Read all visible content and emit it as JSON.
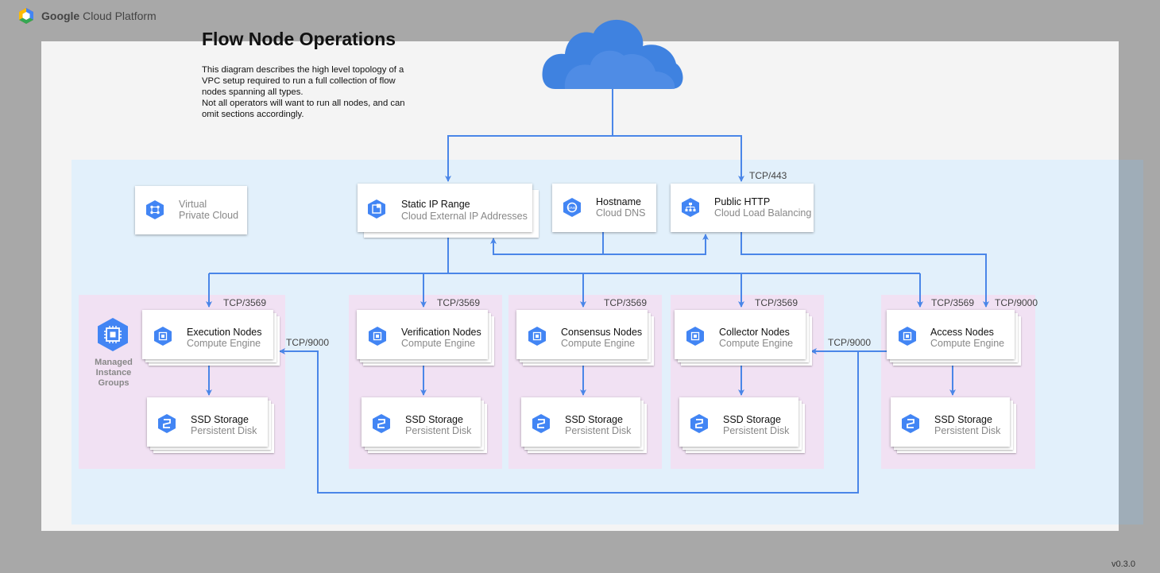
{
  "brand": {
    "name_bold": "Google",
    "name_rest": " Cloud Platform",
    "logo_icon": "gcp-logo-icon"
  },
  "title": "Flow Node Operations",
  "description": [
    "This diagram describes the high level topology of a",
    "VPC setup required to run a full collection of flow",
    "nodes spanning all types.",
    "Not all operators will want to run all nodes, and can",
    "omit sections accordingly."
  ],
  "cloud_icon": "internet-cloud-icon",
  "vpc_card": {
    "title": "Virtual",
    "subtitle": "Private Cloud",
    "icon": "vpc-icon"
  },
  "static_ip": {
    "title": "Static IP Range",
    "subtitle": "Cloud External IP Addresses",
    "icon": "external-ip-icon"
  },
  "hostname": {
    "title": "Hostname",
    "subtitle": "Cloud DNS",
    "icon": "cloud-dns-icon"
  },
  "public_http": {
    "title": "Public HTTP",
    "subtitle": "Cloud Load Balancing",
    "icon": "load-balancing-icon"
  },
  "managed_instance_groups": "Managed Instance Groups",
  "ports": {
    "tcp443": "TCP/443",
    "tcp3569": "TCP/3569",
    "tcp9000": "TCP/9000"
  },
  "node_groups": [
    {
      "name": "Execution Nodes",
      "engine": "Compute Engine",
      "storage": "SSD Storage",
      "disk": "Persistent Disk"
    },
    {
      "name": "Verification Nodes",
      "engine": "Compute Engine",
      "storage": "SSD Storage",
      "disk": "Persistent Disk"
    },
    {
      "name": "Consensus Nodes",
      "engine": "Compute Engine",
      "storage": "SSD Storage",
      "disk": "Persistent Disk"
    },
    {
      "name": "Collector Nodes",
      "engine": "Compute Engine",
      "storage": "SSD Storage",
      "disk": "Persistent Disk"
    },
    {
      "name": "Access Nodes",
      "engine": "Compute Engine",
      "storage": "SSD Storage",
      "disk": "Persistent Disk"
    }
  ],
  "version": "v0.3.0",
  "colors": {
    "accent": "#4a86e8",
    "icon_blue": "#4285f4",
    "vpc_bg": "#e2f0fb",
    "group_bg": "#f1e1f3"
  }
}
